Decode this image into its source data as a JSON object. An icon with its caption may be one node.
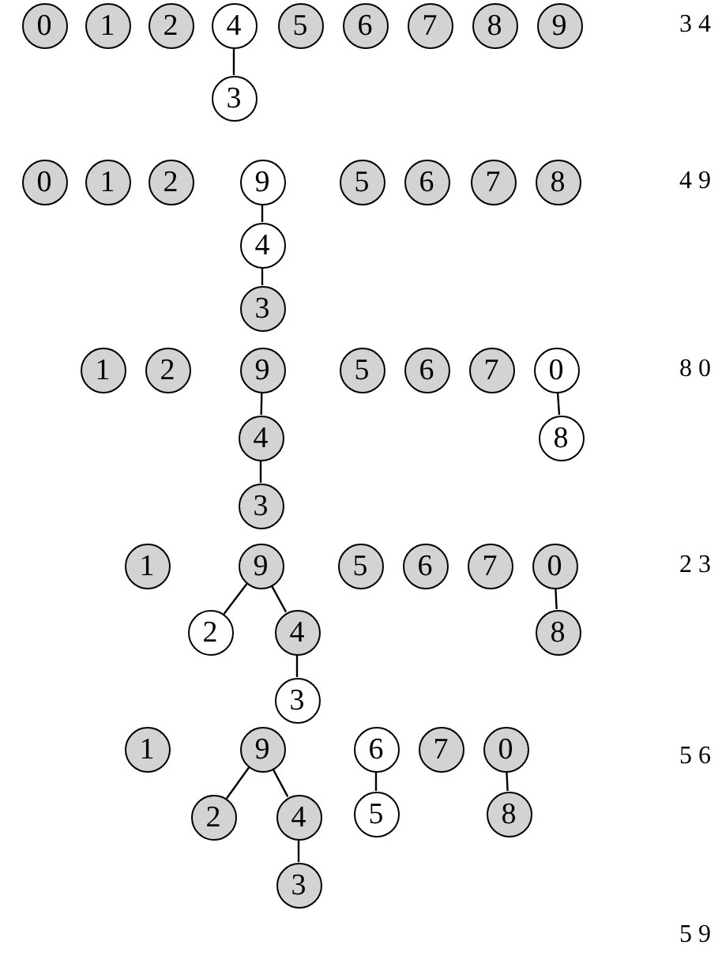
{
  "diagram": {
    "nodes": [
      {
        "text": [
          "0"
        ]
      },
      {
        "text": [
          "1"
        ]
      },
      {
        "text": [
          "2"
        ]
      },
      {
        "text": [
          "4"
        ]
      },
      {
        "text": [
          "5"
        ]
      },
      {
        "text": [
          "6"
        ]
      },
      {
        "text": [
          "7"
        ]
      },
      {
        "text": [
          "8"
        ]
      },
      {
        "text": [
          "9"
        ]
      },
      {
        "text": [
          "3"
        ]
      },
      {
        "text": [
          "0"
        ]
      },
      {
        "text": [
          "1"
        ]
      },
      {
        "text": [
          "2"
        ]
      },
      {
        "text": [
          "9"
        ]
      },
      {
        "text": [
          "5"
        ]
      },
      {
        "text": [
          "6"
        ]
      },
      {
        "text": [
          "7"
        ]
      },
      {
        "text": [
          "8"
        ]
      },
      {
        "text": [
          "4"
        ]
      },
      {
        "text": [
          "3"
        ]
      },
      {
        "text": [
          "1"
        ]
      },
      {
        "text": [
          "2"
        ]
      },
      {
        "text": [
          "9"
        ]
      },
      {
        "text": [
          "5"
        ]
      },
      {
        "text": [
          "6"
        ]
      },
      {
        "text": [
          "7"
        ]
      },
      {
        "text": [
          "0"
        ]
      },
      {
        "text": [
          "4"
        ]
      },
      {
        "text": [
          "8"
        ]
      },
      {
        "text": [
          "3"
        ]
      },
      {
        "text": [
          "1"
        ]
      },
      {
        "text": [
          "9"
        ]
      },
      {
        "text": [
          "5"
        ]
      },
      {
        "text": [
          "6"
        ]
      },
      {
        "text": [
          "7"
        ]
      },
      {
        "text": [
          "0"
        ]
      },
      {
        "text": [
          "2"
        ]
      },
      {
        "text": [
          "4"
        ]
      },
      {
        "text": [
          "8"
        ]
      },
      {
        "text": [
          "3"
        ]
      },
      {
        "text": [
          "1"
        ]
      },
      {
        "text": [
          "9"
        ]
      },
      {
        "text": [
          "6"
        ]
      },
      {
        "text": [
          "7"
        ]
      },
      {
        "text": [
          "0"
        ]
      },
      {
        "text": [
          "2"
        ]
      },
      {
        "text": [
          "4"
        ]
      },
      {
        "text": [
          "5"
        ]
      },
      {
        "text": [
          "8"
        ]
      },
      {
        "text": [
          "3"
        ]
      }
    ],
    "edges": [
      {
        "from": 3,
        "to": 9,
        "arrow": "none"
      },
      {
        "from": 13,
        "to": 18,
        "arrow": "none"
      },
      {
        "from": 18,
        "to": 19,
        "arrow": "none"
      },
      {
        "from": 22,
        "to": 27,
        "arrow": "none"
      },
      {
        "from": 27,
        "to": 29,
        "arrow": "none"
      },
      {
        "from": 26,
        "to": 28,
        "arrow": "none"
      },
      {
        "from": 31,
        "to": 36,
        "arrow": "none"
      },
      {
        "from": 31,
        "to": 37,
        "arrow": "none"
      },
      {
        "from": 37,
        "to": 39,
        "arrow": "none"
      },
      {
        "from": 35,
        "to": 38,
        "arrow": "none"
      },
      {
        "from": 41,
        "to": 45,
        "arrow": "none"
      },
      {
        "from": 41,
        "to": 46,
        "arrow": "none"
      },
      {
        "from": 46,
        "to": 49,
        "arrow": "none"
      },
      {
        "from": 42,
        "to": 47,
        "arrow": "none"
      },
      {
        "from": 44,
        "to": 48,
        "arrow": "none"
      }
    ],
    "labels": [
      "3 4",
      "4 9",
      "8 0",
      "2 3",
      "5 6",
      "5 9"
    ]
  }
}
